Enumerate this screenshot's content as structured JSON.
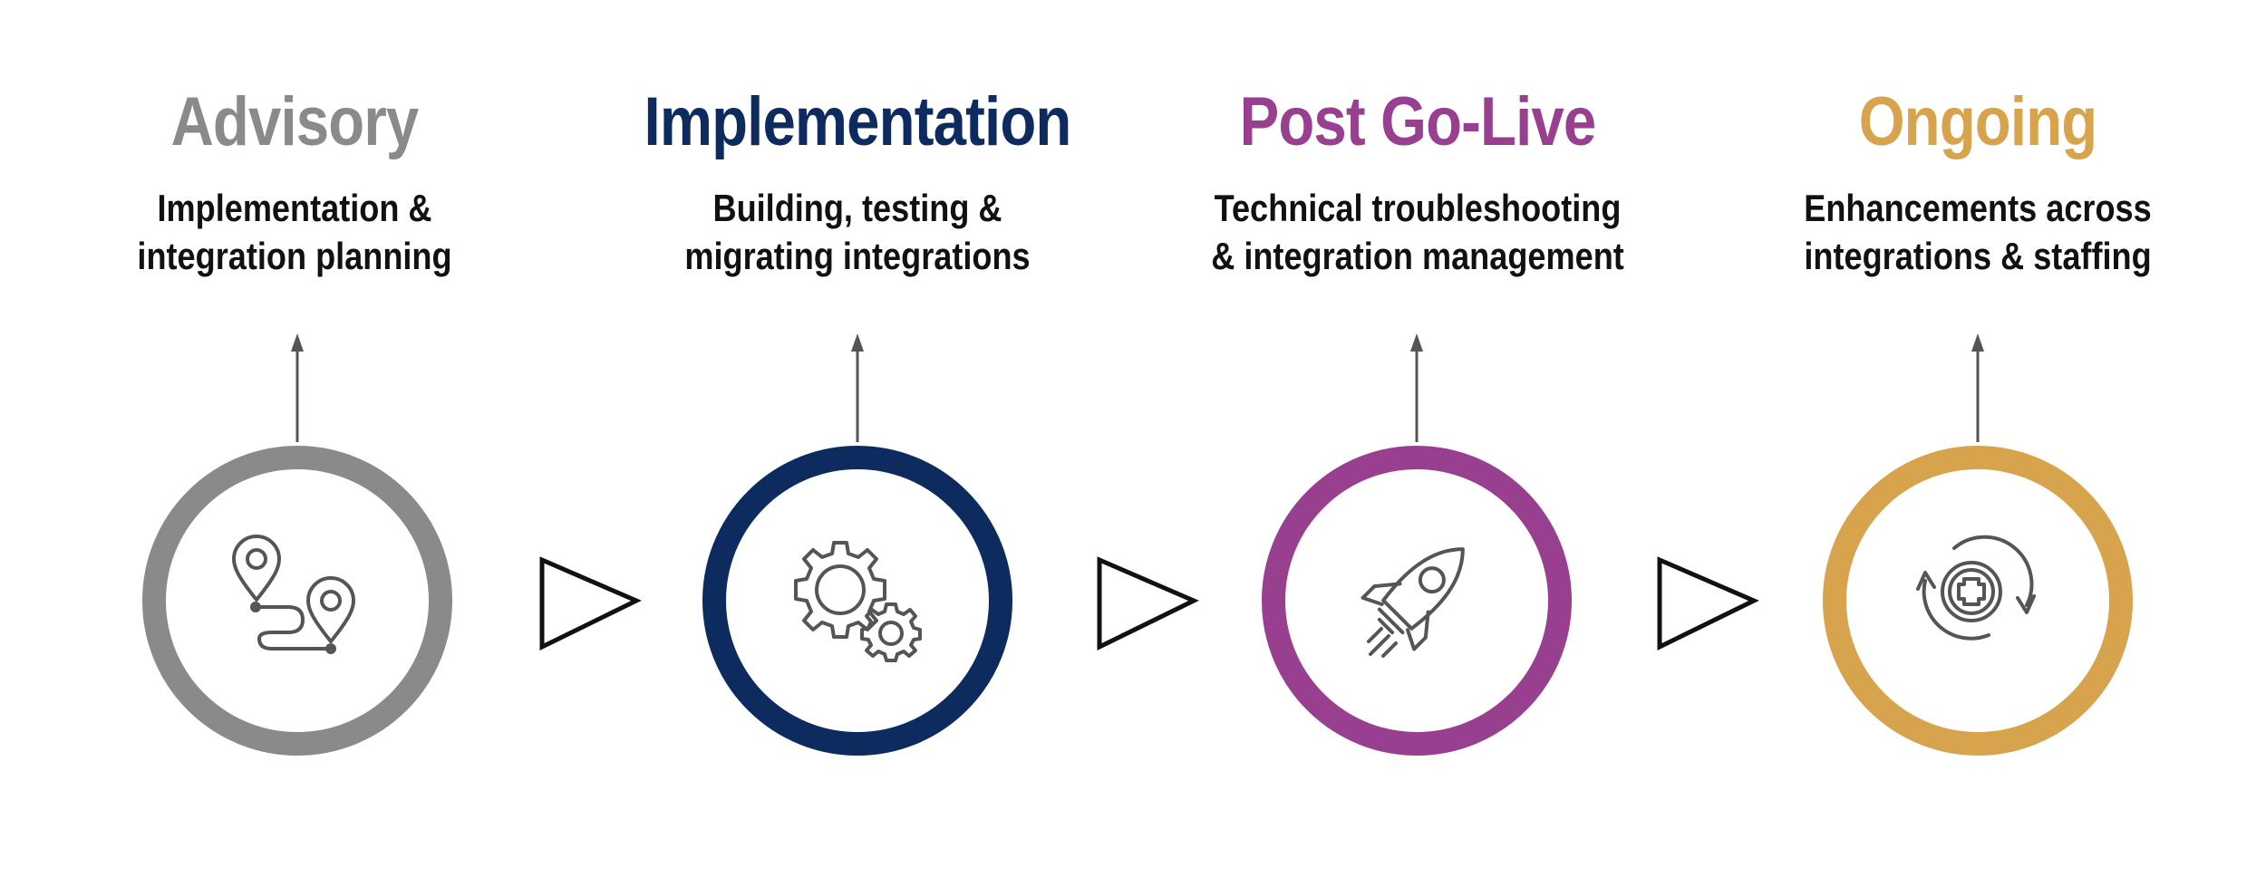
{
  "stages": [
    {
      "title": "Advisory",
      "desc_line1": "Implementation &",
      "desc_line2": "integration planning",
      "color": "#8a8a8a",
      "icon": "map-route-icon"
    },
    {
      "title": "Implementation",
      "desc_line1": "Building, testing &",
      "desc_line2": "migrating integrations",
      "color": "#0d2b5e",
      "icon": "gears-icon"
    },
    {
      "title": "Post Go-Live",
      "desc_line1": "Technical troubleshooting",
      "desc_line2": "& integration management",
      "color": "#983f8f",
      "icon": "rocket-icon"
    },
    {
      "title": "Ongoing",
      "desc_line1": "Enhancements across",
      "desc_line2": "integrations & staffing",
      "color": "#d7a34c",
      "icon": "cycle-plus-icon"
    }
  ]
}
